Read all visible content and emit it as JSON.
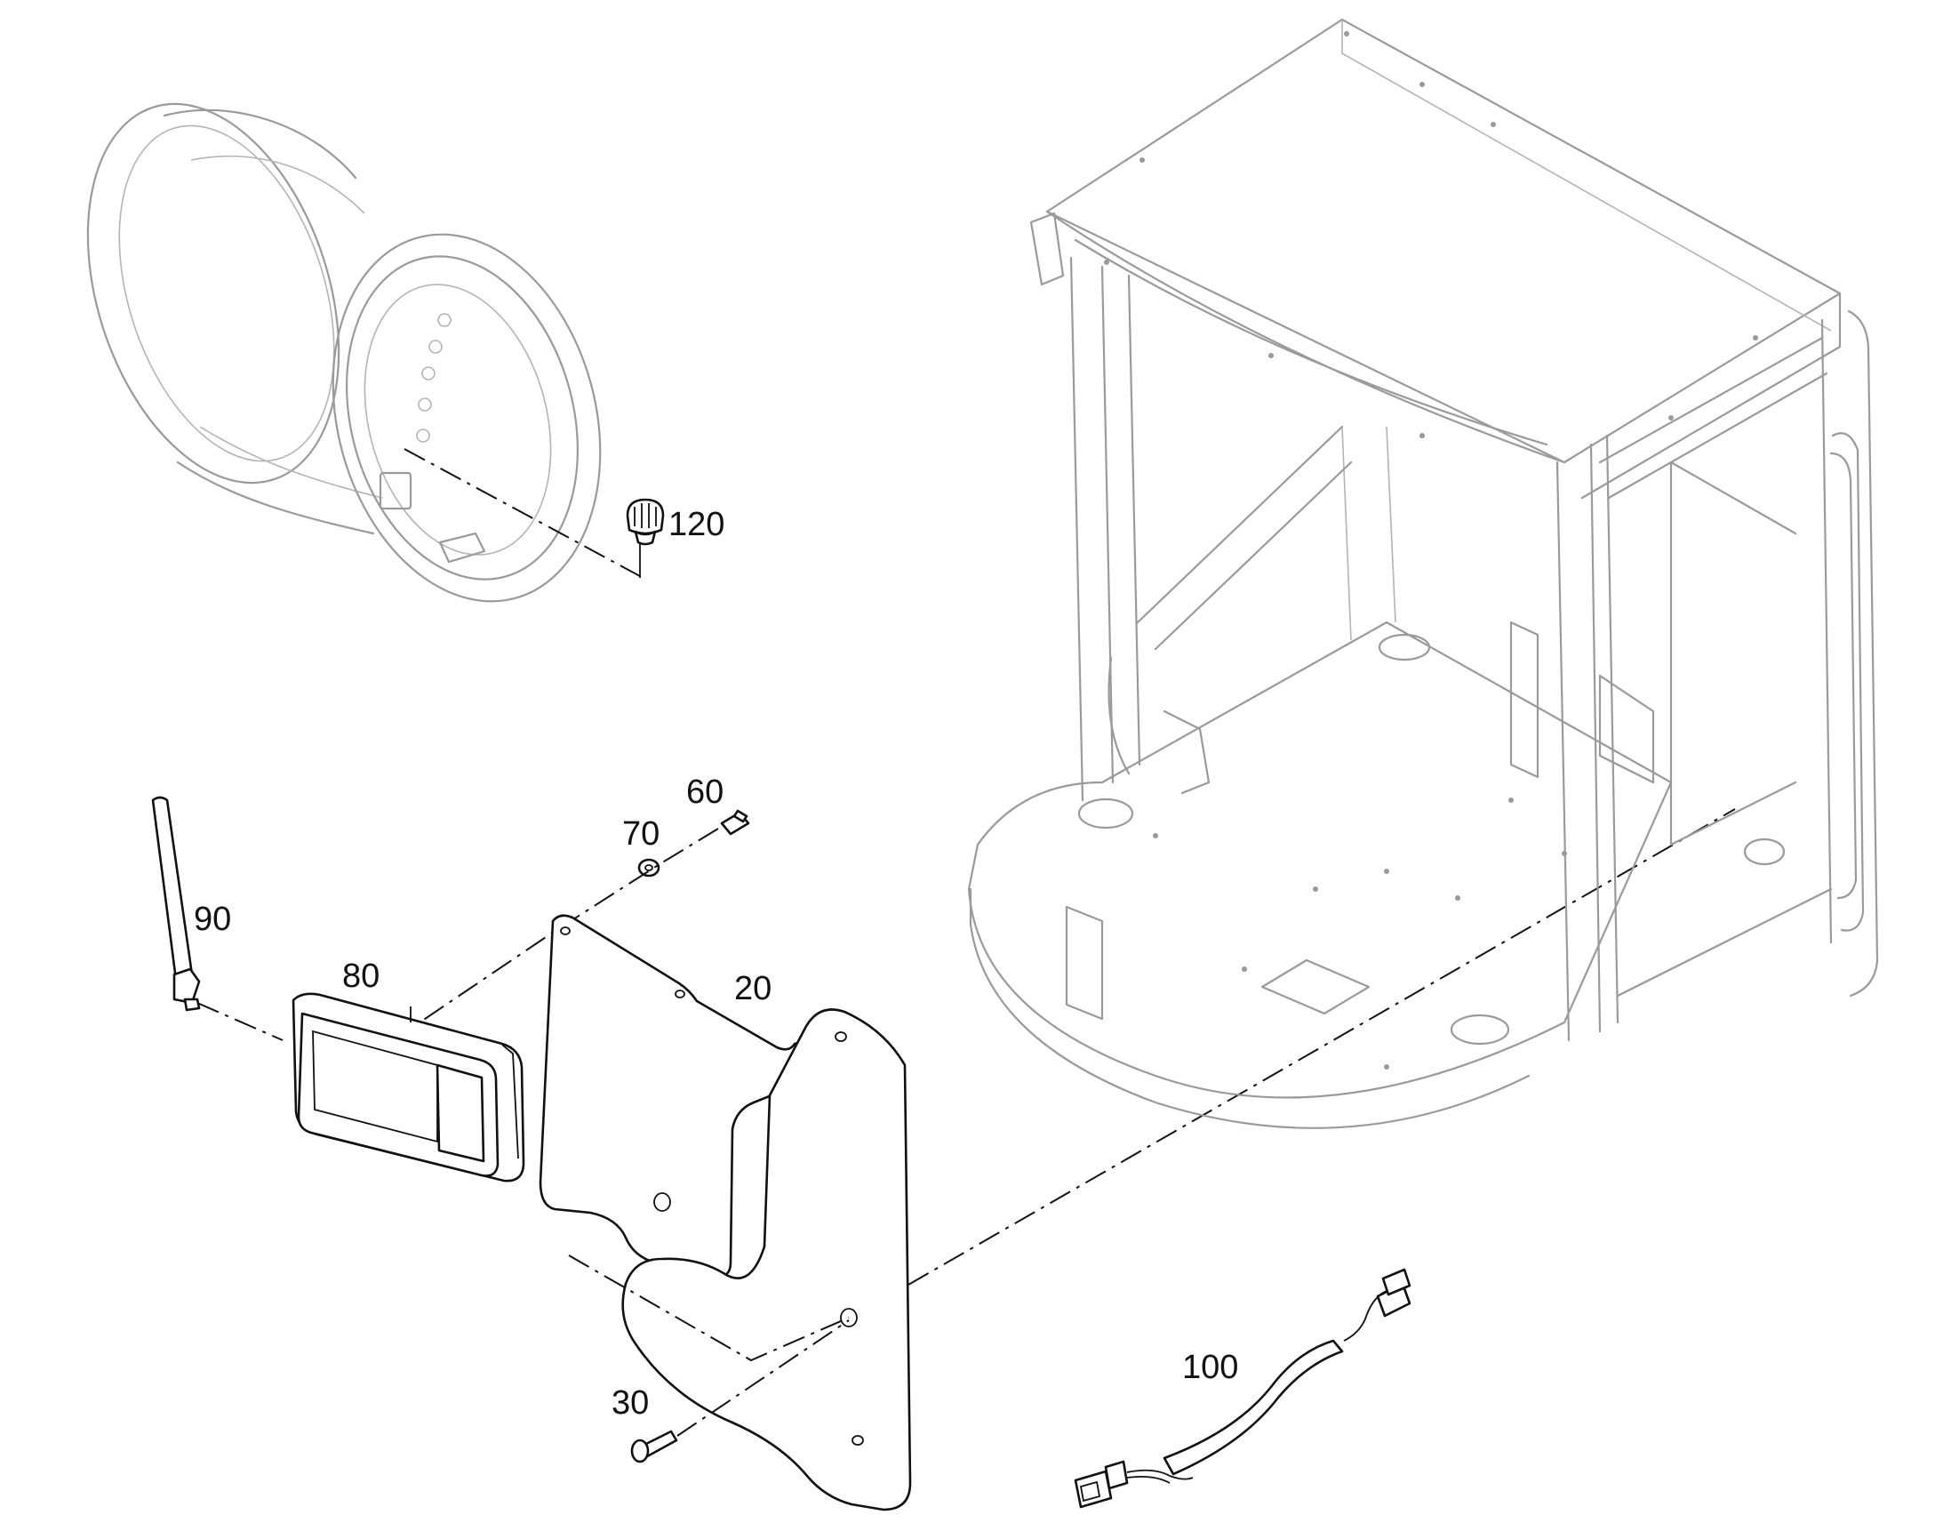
{
  "diagram": {
    "callouts": {
      "p120": "120",
      "p60": "60",
      "p70": "70",
      "p90": "90",
      "p80": "80",
      "p20": "20",
      "p30": "30",
      "p100": "100"
    }
  }
}
